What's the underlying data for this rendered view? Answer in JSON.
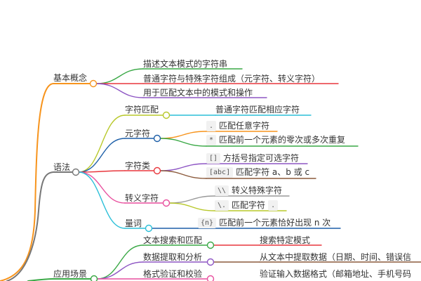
{
  "nodes": {
    "basic": "基本概念",
    "basic_1": "描述文本模式的字符串",
    "basic_2": "普通字符与特殊字符组成（元字符、转义字符）",
    "basic_3": "用于匹配文本中的模式和操作",
    "syntax": "语法",
    "char_match": "字符匹配",
    "char_match_1": "普通字符匹配相应字符",
    "metachar": "元字符",
    "metachar_1_code": ".",
    "metachar_1": "匹配任意字符",
    "metachar_2_code": "*",
    "metachar_2": "匹配前一个元素的零次或多次重复",
    "charclass": "字符类",
    "charclass_1_code": "[]",
    "charclass_1": "方括号指定可选字符",
    "charclass_2_code": "[abc]",
    "charclass_2": "匹配字符 a、b 或 c",
    "escape": "转义字符",
    "escape_1_code": "\\\\",
    "escape_1": "转义特殊字符",
    "escape_2_code": "\\.",
    "escape_2": "匹配字符",
    "escape_2_tail": ".",
    "quantifier": "量词",
    "quantifier_1_code": "{n}",
    "quantifier_1": "匹配前一个元素恰好出现 n 次",
    "usage": "应用场景",
    "usage_search": "文本搜索和匹配",
    "usage_search_1": "搜索特定模式",
    "usage_extract": "数据提取和分析",
    "usage_extract_1": "从文本中提取数据（日期、时间、错误信",
    "usage_validate": "格式验证和校验",
    "usage_validate_1": "验证输入数据格式（邮箱地址、手机号码"
  },
  "colors": {
    "root_branch": "#f7941d",
    "basic_1": "#39a845",
    "basic_2": "#e8373d",
    "basic_3": "#8e56c4",
    "syntax_branch": "#777777",
    "char_match": "#b8c82a",
    "char_match_1": "#2bbfd8",
    "metachar": "#1d5fa8",
    "metachar_1": "#f7941d",
    "metachar_2": "#39a845",
    "charclass": "#e8373d",
    "charclass_1": "#8e56c4",
    "charclass_2": "#8b5a3c",
    "escape": "#e84f9e",
    "escape_1": "#999999",
    "escape_2": "#b8c82a",
    "quantifier": "#2bbfd8",
    "quantifier_1": "#1d5fa8",
    "usage_search": "#39a845",
    "usage_search_1": "#e8373d",
    "usage_extract": "#8e56c4",
    "usage_extract_1": "#8b5a3c",
    "usage_validate": "#e84f9e"
  }
}
